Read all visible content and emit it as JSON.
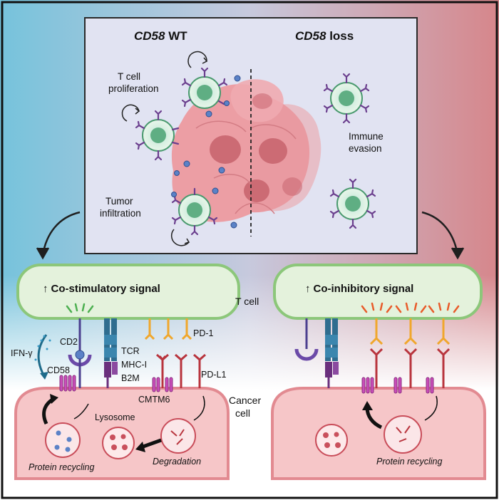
{
  "panel_top": {
    "wt_gene": "CD58",
    "wt_suffix": " WT",
    "loss_gene": "CD58",
    "loss_suffix": " loss",
    "tcell_proliferation_line1": "T cell",
    "tcell_proliferation_line2": "proliferation",
    "tumor_infiltration_line1": "Tumor",
    "tumor_infiltration_line2": "infiltration",
    "immune_evasion_line1": "Immune",
    "immune_evasion_line2": "evasion"
  },
  "left_panel": {
    "signal_arrow": "↑",
    "signal_title": "Co-stimulatory signal",
    "ifn_label": "IFN-γ",
    "cd2": "CD2",
    "cd58": "CD58",
    "tcr": "TCR",
    "mhc": "MHC-I",
    "b2m": "B2M",
    "pd1": "PD-1",
    "pdl1": "PD-L1",
    "cmtm6": "CMTM6",
    "lysosome": "Lysosome",
    "protein_recycling": "Protein recycling",
    "degradation": "Degradation"
  },
  "middle": {
    "tcell_label": "T cell",
    "cancer_line1": "Cancer",
    "cancer_line2": "cell"
  },
  "right_panel": {
    "signal_arrow": "↑",
    "signal_title": "Co-inhibitory signal",
    "protein_recycling": "Protein recycling"
  },
  "colors": {
    "bg_left": "#7cc6dd",
    "bg_right": "#d9868a",
    "tcell_membrane": "#8fcb7c",
    "tcell_fill": "#dff0d4",
    "cancer_membrane": "#e0868e",
    "cancer_fill": "#f5c4c6",
    "cd58_purple": "#a63ea3",
    "pd1_orange": "#f0a72c",
    "pdl1_red": "#b8343d",
    "tcr_blue": "#2f6d8f",
    "mhc_purple": "#6a2f7d"
  }
}
